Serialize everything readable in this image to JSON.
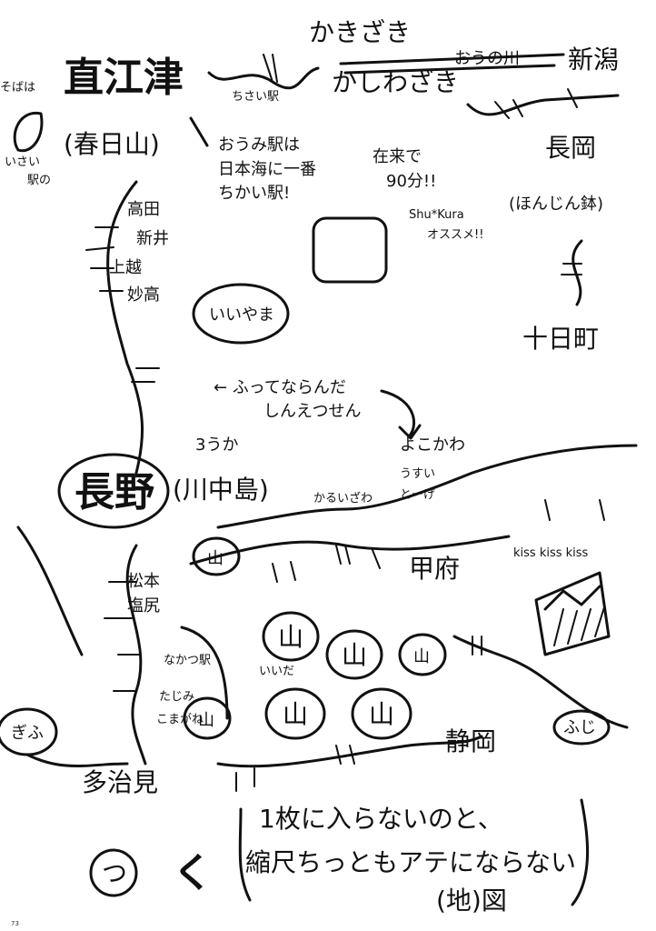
{
  "cities": {
    "naoetsu": "直江津",
    "kasugayama": "(春日山)",
    "takada": "高田",
    "arai": "新井",
    "joetsu": "上越",
    "myoko": "妙高",
    "nagano": "長野",
    "kawanakajima": "(川中島)",
    "matsumoto": "松本",
    "shiojiri": "塩尻",
    "kofu": "甲府",
    "shizuoka": "静岡",
    "tajimi": "多治見",
    "niigata": "新潟",
    "nagaoka": "長岡",
    "tokamachi": "十日町",
    "gifu": "ぎふ",
    "fuji": "ふじ"
  },
  "notes": {
    "left_top": "そばは",
    "left_mid": "いさい",
    "left_small": "駅の",
    "kakizaki": "かきざき",
    "kashiwazaki": "かしわざき",
    "ouminokami": "おうの川",
    "chiisai": "ちさい駅",
    "oumi_1": "おうみ駅は",
    "oumi_2": "日本海に一番",
    "oumi_3": "ちかい駅!",
    "zaikai_1": "在来で",
    "zaikai_2": "90分!!",
    "shukura_1": "Shu*Kura",
    "shukura_2": "オススメ!!",
    "honkon": "(ほんじん鉢)",
    "iiyama": "いいやま",
    "shinetsu_1": "← ふってならんだ",
    "shinetsu_2": "しんえつせん",
    "sanuka": "3うか",
    "yokokawa": "よこかわ",
    "usui": "うすい",
    "toge": "とーげ",
    "karuizawa": "かるいざわ",
    "kiss": "kiss kiss kiss",
    "nakatsugawa": "なかつ駅",
    "iida": "いいだ",
    "tajimi_small": "たじみ",
    "komagane": "こまがね",
    "footer_1": "1枚に入らないのと、",
    "footer_2": "縮尺ちっともアテにならない",
    "footer_3": "(地)図",
    "page_num": "73"
  },
  "mountain_mark": "山",
  "circle_mark": "つ",
  "bracket_mark": "く"
}
